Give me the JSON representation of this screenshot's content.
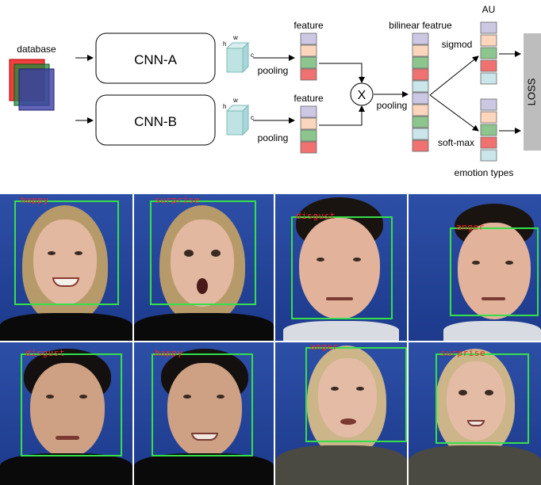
{
  "diagram": {
    "database_label": "database",
    "cnn_a_label": "CNN-A",
    "cnn_b_label": "CNN-B",
    "dim_h": "h",
    "dim_w": "w",
    "dim_c": "c",
    "pooling_label": "pooling",
    "feature_label": "feature",
    "product_symbol": "X",
    "bilinear_label": "bilinear featrue",
    "au_label": "AU",
    "sigmod_label": "sigmod",
    "softmax_label": "soft-max",
    "emotion_types_label": "emotion types",
    "loss_label": "LOSS",
    "colors": {
      "feature_lavender": "#ccc8e4",
      "feature_peach": "#fbd5bc",
      "feature_green": "#8dc58e",
      "feature_red": "#f07270",
      "feature_lightblue": "#cbe6ea",
      "cube": "#bfe3e3",
      "loss_bar": "#bdbdbd",
      "db_red": "#ee1c1c",
      "db_green": "#1e8c3a",
      "db_blue": "#3c3ca6"
    }
  },
  "photos": [
    {
      "label": "happy"
    },
    {
      "label": "surprise"
    },
    {
      "label": "disgust"
    },
    {
      "label": "anger"
    },
    {
      "label": "disgust"
    },
    {
      "label": "happy"
    },
    {
      "label": "anger"
    },
    {
      "label": "surprise"
    }
  ]
}
